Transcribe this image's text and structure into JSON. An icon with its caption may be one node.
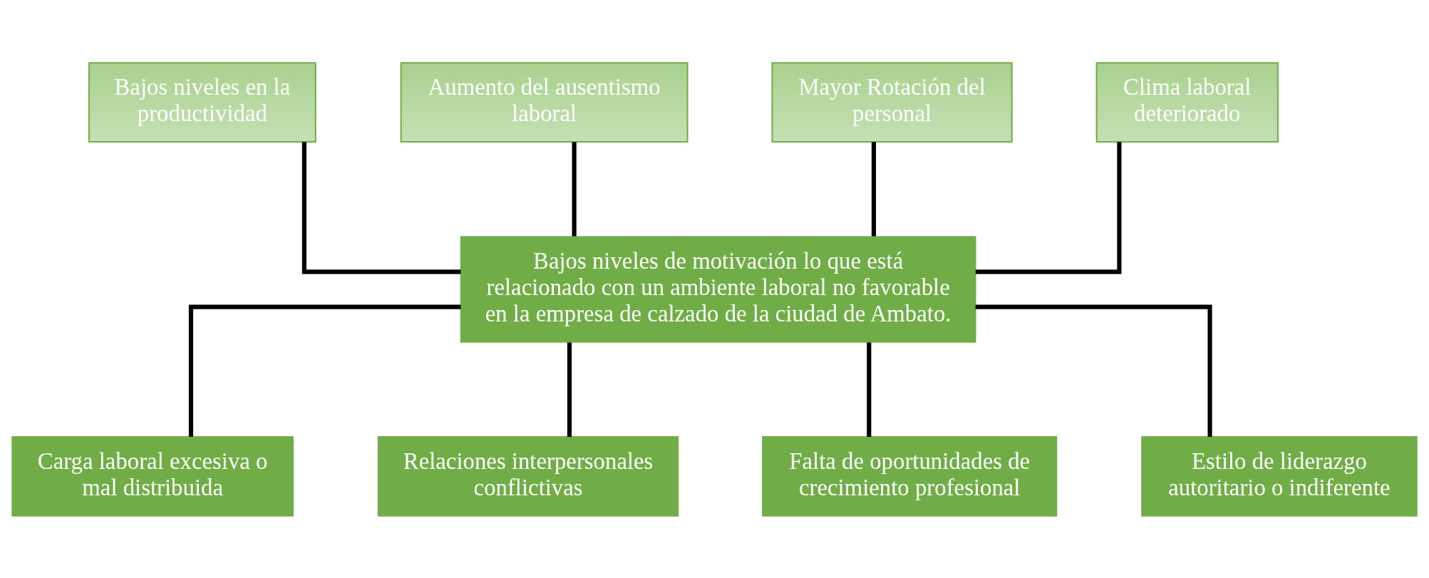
{
  "diagram": {
    "nodes": [
      {
        "text": [
          "Bajos niveles en la productividad"
        ]
      },
      {
        "text": [
          "Aumento del ausentismo laboral"
        ]
      },
      {
        "text": [
          "Mayor Rotación del personal"
        ]
      },
      {
        "text": [
          "Clima laboral deteriorado"
        ]
      },
      {
        "text": [
          "Bajos niveles de motivación lo que está relacionado con un ambiente laboral no favorable en la empresa de calzado de la ciudad de Ambato."
        ]
      },
      {
        "text": [
          "Carga laboral excesiva o mal distribuida"
        ]
      },
      {
        "text": [
          "Relaciones interpersonales conflictivas"
        ]
      },
      {
        "text": [
          "Falta de oportunidades de crecimiento profesional"
        ]
      },
      {
        "text": [
          "Estilo de liderazgo autoritario o indiferente"
        ]
      }
    ],
    "edges": [
      {
        "from": 0,
        "to": 4,
        "arrow": "none"
      },
      {
        "from": 1,
        "to": 4,
        "arrow": "none"
      },
      {
        "from": 2,
        "to": 4,
        "arrow": "none"
      },
      {
        "from": 3,
        "to": 4,
        "arrow": "none"
      },
      {
        "from": 4,
        "to": 5,
        "arrow": "none"
      },
      {
        "from": 4,
        "to": 6,
        "arrow": "none"
      },
      {
        "from": 4,
        "to": 7,
        "arrow": "none"
      },
      {
        "from": 4,
        "to": 8,
        "arrow": "none"
      }
    ]
  }
}
